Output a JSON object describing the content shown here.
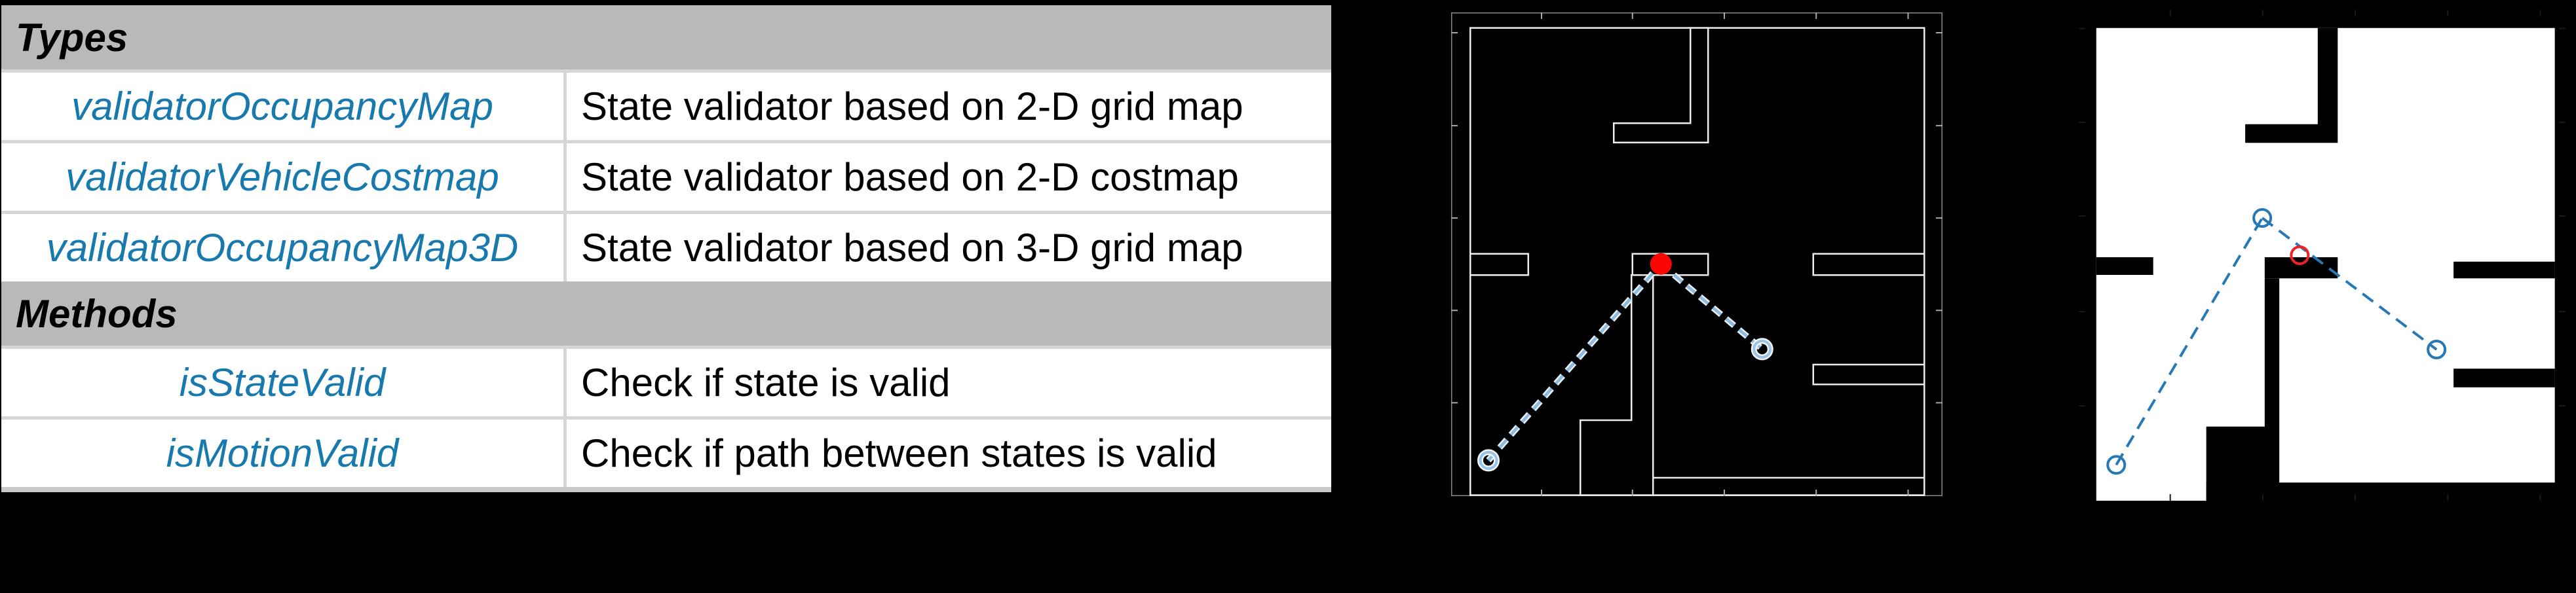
{
  "page": {
    "background": "#000000"
  },
  "table": {
    "header_bg": "#b9b9b9",
    "divider_color": "#d6d6d6",
    "type_color": "#1779ae",
    "text_color": "#000000",
    "sections": [
      {
        "header": "Types",
        "rows": [
          {
            "name": "validatorOccupancyMap",
            "description": "State validator based on 2-D grid map"
          },
          {
            "name": "validatorVehicleCostmap",
            "description": "State validator based on 2-D costmap"
          },
          {
            "name": "validatorOccupancyMap3D",
            "description": "State validator based on 3-D grid map"
          }
        ]
      },
      {
        "header": "Methods",
        "rows": [
          {
            "name": "isStateValid",
            "description": "Check if state is valid"
          },
          {
            "name": "isMotionValid",
            "description": "Check if path between states is valid"
          }
        ]
      }
    ]
  },
  "chart_data": [
    {
      "type": "scatter",
      "title": "occupancy map (dark) with isMotionValid check",
      "legend_position": "none",
      "grid": false,
      "style": "dark",
      "colors": {
        "bg": "#000000",
        "wall_fill": "#000000",
        "wall_stroke": "#ededed",
        "axis": "#8a8a8a",
        "tick": "#a9a9a9",
        "path": "#8fbadc",
        "path_halo": "#e7eff8",
        "marker": "#9cc3e5",
        "marker_halo": "#f2f7fc",
        "invalid": "#fb0505"
      },
      "outline_rects": [
        [
          0,
          0,
          1,
          1
        ],
        [
          0.039,
          0.032,
          0.924,
          0.966
        ]
      ],
      "walls": [
        {
          "t": "p",
          "v": [
            [
              0.487,
              0.032
            ],
            [
              0.523,
              0.032
            ],
            [
              0.523,
              0.269
            ],
            [
              0.331,
              0.269
            ],
            [
              0.331,
              0.229
            ],
            [
              0.487,
              0.229
            ]
          ]
        },
        {
          "t": "r",
          "v": [
            0.039,
            0.499,
            0.118,
            0.044
          ]
        },
        {
          "t": "r",
          "v": [
            0.737,
            0.499,
            0.226,
            0.044
          ]
        },
        {
          "t": "r",
          "v": [
            0.737,
            0.728,
            0.226,
            0.041
          ]
        },
        {
          "t": "r",
          "v": [
            0.411,
            0.962,
            0.552,
            0.036
          ]
        },
        {
          "t": "p",
          "v": [
            [
              0.367,
              0.543
            ],
            [
              0.411,
              0.543
            ],
            [
              0.411,
              0.998
            ],
            [
              0.263,
              0.998
            ],
            [
              0.263,
              0.843
            ],
            [
              0.367,
              0.843
            ]
          ]
        },
        {
          "t": "r",
          "v": [
            0.369,
            0.499,
            0.154,
            0.044
          ]
        }
      ],
      "ticks": {
        "x": [
          0.184,
          0.369,
          0.556,
          0.743,
          0.93
        ],
        "y": [
          0.042,
          0.234,
          0.425,
          0.616,
          0.807
        ],
        "len": 10
      },
      "dash": [
        16,
        10
      ],
      "dash_width": 4.5,
      "halo_width": 9.5,
      "segments": [
        {
          "x1": 0.076,
          "y1": 0.926,
          "x2": 0.427,
          "y2": 0.52
        },
        {
          "x1": 0.427,
          "y1": 0.52,
          "x2": 0.633,
          "y2": 0.696
        }
      ],
      "markers": [
        {
          "kind": "ring",
          "name": "start-state-marker",
          "x": 0.076,
          "y": 0.926,
          "r": 12.5
        },
        {
          "kind": "ring",
          "name": "end-state-marker",
          "x": 0.633,
          "y": 0.696,
          "r": 12.5
        },
        {
          "kind": "dot",
          "name": "invalid-state-marker",
          "x": 0.427,
          "y": 0.52,
          "r": 16.5
        }
      ]
    },
    {
      "type": "scatter",
      "title": "binary occupancy map (light) with isMotionValid check",
      "legend_position": "none",
      "grid": false,
      "style": "light",
      "colors": {
        "bg": "#ffffff",
        "wall_fill": "#000000",
        "wall_stroke": "none",
        "axis": "#000000",
        "tick": "#1a1a1a",
        "path": "#2779b5",
        "path_halo": "none",
        "marker": "#2779b5",
        "marker_halo": "none",
        "invalid": "#ee2222"
      },
      "outline_rects": [],
      "walls": [
        {
          "t": "r",
          "v": [
            0,
            0,
            1,
            0.037
          ]
        },
        {
          "t": "r",
          "v": [
            0,
            0,
            0.036,
            1
          ]
        },
        {
          "t": "r",
          "v": [
            0.978,
            0,
            0.022,
            1
          ]
        },
        {
          "t": "r",
          "v": [
            0.262,
            0.963,
            0.738,
            0.037
          ]
        },
        {
          "t": "p",
          "v": [
            [
              0.491,
              0.037
            ],
            [
              0.532,
              0.037
            ],
            [
              0.532,
              0.271
            ],
            [
              0.342,
              0.271
            ],
            [
              0.342,
              0.233
            ],
            [
              0.491,
              0.233
            ]
          ]
        },
        {
          "t": "r",
          "v": [
            0.036,
            0.504,
            0.117,
            0.036
          ]
        },
        {
          "t": "r",
          "v": [
            0.77,
            0.513,
            0.208,
            0.034
          ]
        },
        {
          "t": "r",
          "v": [
            0.77,
            0.731,
            0.208,
            0.038
          ]
        },
        {
          "t": "p",
          "v": [
            [
              0.382,
              0.547
            ],
            [
              0.412,
              0.547
            ],
            [
              0.412,
              1
            ],
            [
              0.262,
              1
            ],
            [
              0.262,
              0.849
            ],
            [
              0.382,
              0.849
            ]
          ]
        },
        {
          "t": "r",
          "v": [
            0.382,
            0.504,
            0.15,
            0.043
          ]
        }
      ],
      "ticks": {
        "x": [
          0.188,
          0.378,
          0.568,
          0.758,
          0.948
        ],
        "y": [
          0.038,
          0.229,
          0.42,
          0.615,
          0.807
        ],
        "len": 10
      },
      "dash": [
        20,
        12
      ],
      "dash_width": 4,
      "halo_width": 0,
      "segments": [
        {
          "x1": 0.077,
          "y1": 0.927,
          "x2": 0.377,
          "y2": 0.424
        },
        {
          "x1": 0.377,
          "y1": 0.424,
          "x2": 0.735,
          "y2": 0.692
        }
      ],
      "markers": [
        {
          "kind": "ring",
          "name": "start-state-marker",
          "x": 0.077,
          "y": 0.927,
          "r": 13
        },
        {
          "kind": "ring",
          "name": "apex-state-marker",
          "x": 0.377,
          "y": 0.424,
          "r": 13
        },
        {
          "kind": "ring",
          "name": "end-state-marker",
          "x": 0.735,
          "y": 0.692,
          "r": 13
        },
        {
          "kind": "ring-invalid",
          "name": "invalid-state-marker",
          "x": 0.454,
          "y": 0.5,
          "r": 13
        }
      ]
    }
  ]
}
